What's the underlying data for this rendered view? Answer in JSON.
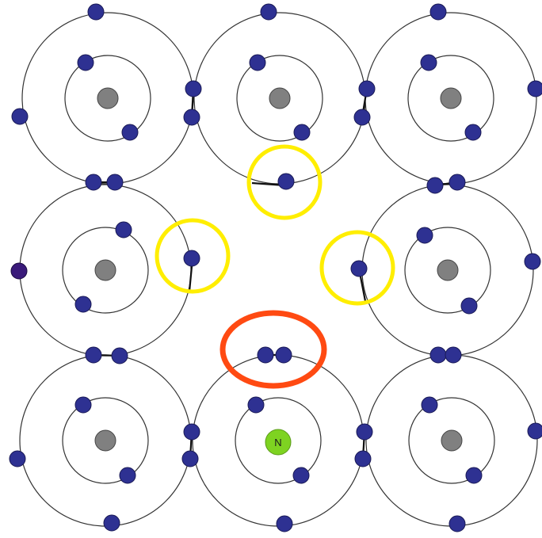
{
  "colors": {
    "background": "#ffffff",
    "shell": "#333333",
    "electron": "#2e3192",
    "nucleus": "#808080",
    "dopant_nucleus": "#7ed321",
    "free_electron": "#3a1a7a",
    "hole_highlight": "#ffee00",
    "pair_highlight": "#ff4a12"
  },
  "lattice": {
    "rows": 3,
    "columns": 3,
    "vacancy": {
      "row": 1,
      "column": 1
    },
    "dopant": {
      "row": 2,
      "column": 1,
      "label": "N"
    },
    "valence_electrons_per_atom": 4,
    "inner_electrons_per_atom": 2
  },
  "highlights": {
    "yellow_circles": 3,
    "red_ellipses": 1
  },
  "free_electrons": 1
}
